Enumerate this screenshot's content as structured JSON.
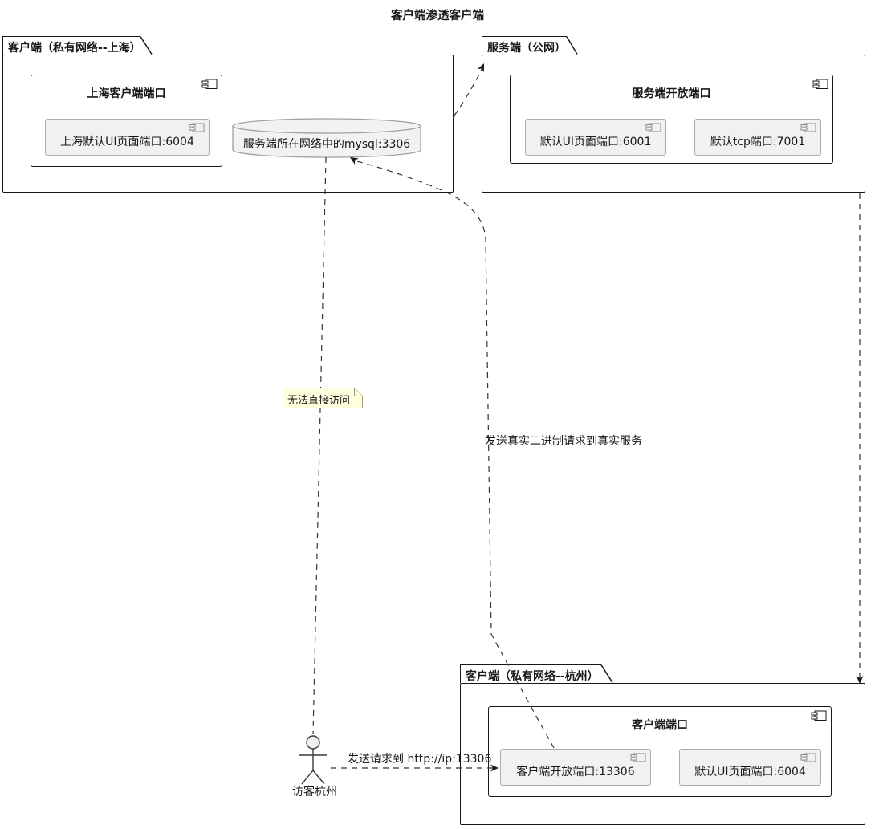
{
  "title": "客户端渗透客户端",
  "packages": {
    "shanghai": {
      "label": "客户端（私有网络--上海）",
      "component": {
        "title": "上海客户端端口",
        "children": [
          {
            "label": "上海默认UI页面端口:6004"
          }
        ]
      },
      "database": {
        "label": "服务端所在网络中的mysql:3306"
      }
    },
    "server": {
      "label": "服务端（公网）",
      "component": {
        "title": "服务端开放端口",
        "children": [
          {
            "label": "默认UI页面端口:6001"
          },
          {
            "label": "默认tcp端口:7001"
          }
        ]
      }
    },
    "hangzhou": {
      "label": "客户端（私有网络--杭州）",
      "component": {
        "title": "客户端端口",
        "children": [
          {
            "label": "客户端开放端口:13306"
          },
          {
            "label": "默认UI页面端口:6004"
          }
        ]
      }
    }
  },
  "actor": {
    "label": "访客杭州"
  },
  "note": {
    "label": "无法直接访问"
  },
  "edges": {
    "binary_request_label": "发送真实二进制请求到真实服务",
    "http_request_label": "发送请求到 http://ip:13306"
  },
  "colors": {
    "edge_line": "#333333",
    "box_border": "#181818",
    "inner_fill": "#F1F1F1",
    "inner_border": "#ACACAC",
    "database_fill": "#F2F2F2",
    "database_border": "#A0A0A0",
    "note_fill": "#FEFFDD",
    "note_border": "#9F9F7C"
  }
}
